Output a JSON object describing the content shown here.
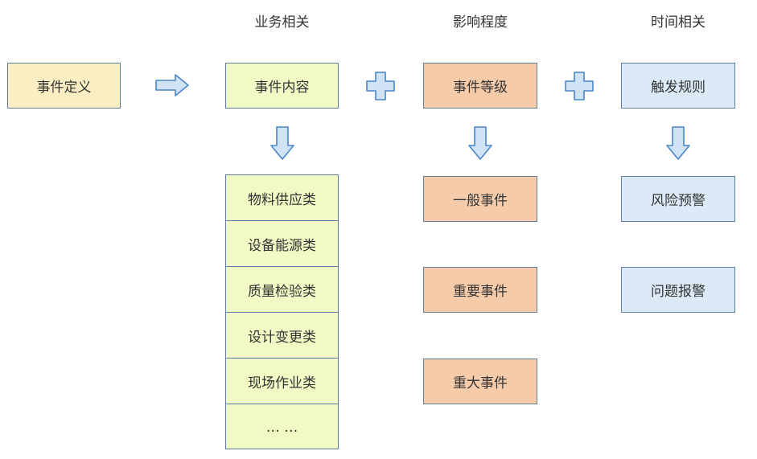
{
  "headers": [
    "业务相关",
    "影响程度",
    "时间相关"
  ],
  "start": "事件定义",
  "top_boxes": [
    "事件内容",
    "事件等级",
    "触发规则"
  ],
  "business_items": [
    "物料供应类",
    "设备能源类",
    "质量检验类",
    "设计变更类",
    "现场作业类",
    "… …"
  ],
  "impact_items": [
    "一般事件",
    "重要事件",
    "重大事件"
  ],
  "time_items": [
    "风险预警",
    "问题报警"
  ],
  "colors": {
    "start_fill": "#fbeec2",
    "business_fill": "#f3f9c4",
    "impact_fill": "#f6cba9",
    "time_fill": "#dbeaf6",
    "border": "#5b7fa6",
    "arrow_fill": "#cfe3f5",
    "arrow_stroke": "#4a86c8"
  }
}
